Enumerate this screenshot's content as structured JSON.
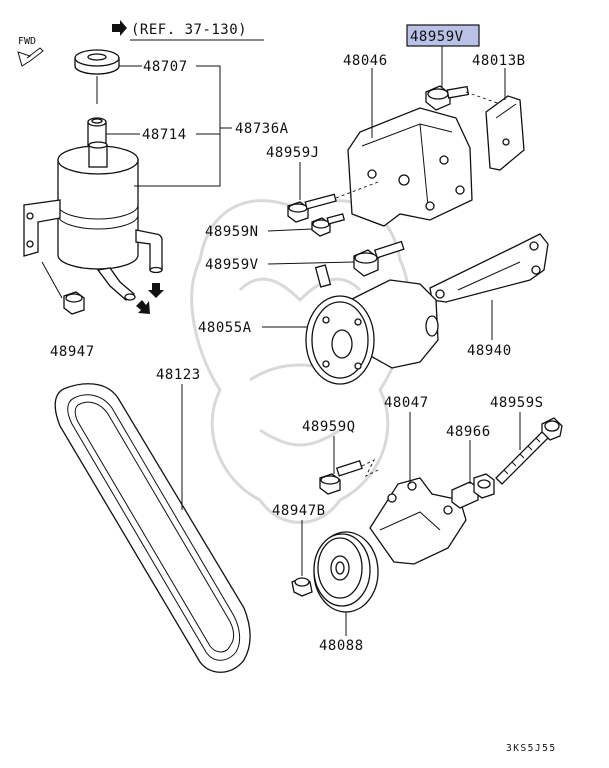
{
  "reference": "(REF. 37-130)",
  "forward_label": "FWD",
  "footer_code": "3KS5J55",
  "highlight_color": "#b9c2e6",
  "highlighted_part": "48959V",
  "labels": {
    "p48959V_top": "48959V",
    "p48046": "48046",
    "p48013B": "48013B",
    "p48707": "48707",
    "p48714": "48714",
    "p48736A": "48736A",
    "p48959J": "48959J",
    "p48959N": "48959N",
    "p48959V": "48959V",
    "p48947": "48947",
    "p48055A": "48055A",
    "p48940": "48940",
    "p48123": "48123",
    "p48047": "48047",
    "p48959S": "48959S",
    "p48959Q": "48959Q",
    "p48966": "48966",
    "p48947B": "48947B",
    "p48088": "48088"
  }
}
